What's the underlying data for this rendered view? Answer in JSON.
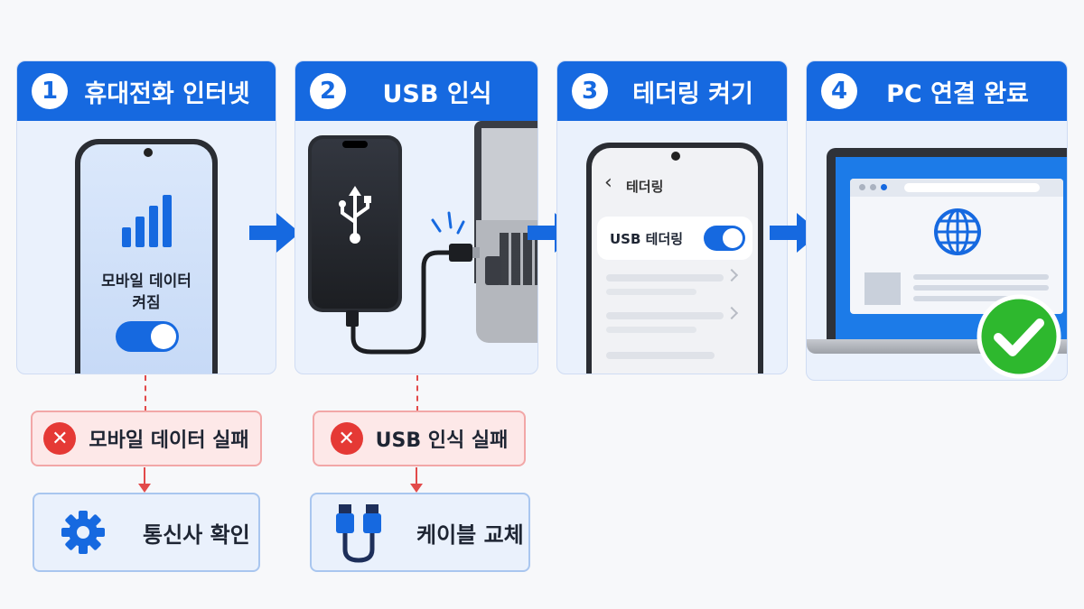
{
  "steps": [
    {
      "num": "1",
      "title": "휴대전화 인터넷"
    },
    {
      "num": "2",
      "title": "USB 인식"
    },
    {
      "num": "3",
      "title": "테더링 켜기"
    },
    {
      "num": "4",
      "title": "PC 연결 완료"
    }
  ],
  "step1": {
    "label_line1": "모바일 데이터",
    "label_line2": "켜짐",
    "toggle_on": true
  },
  "step3": {
    "back_glyph": "‹",
    "screen_title": "테더링",
    "usb_tethering_label": "USB 테더링",
    "toggle_on": true
  },
  "failures": [
    {
      "text": "모바일 데이터 실패",
      "icon": "x-icon",
      "icon_glyph": "✕"
    },
    {
      "text": "USB 인식 실패",
      "icon": "x-icon",
      "icon_glyph": "✕"
    }
  ],
  "fixes": [
    {
      "text": "통신사 확인",
      "icon": "gear-icon"
    },
    {
      "text": "케이블 교체",
      "icon": "usb-cable-icon"
    }
  ],
  "colors": {
    "primary": "#1669e0",
    "panel_bg": "#eaf1fc",
    "fail_bg": "#fde8e8",
    "fail_red": "#e53935",
    "success_green": "#2eb82e"
  }
}
